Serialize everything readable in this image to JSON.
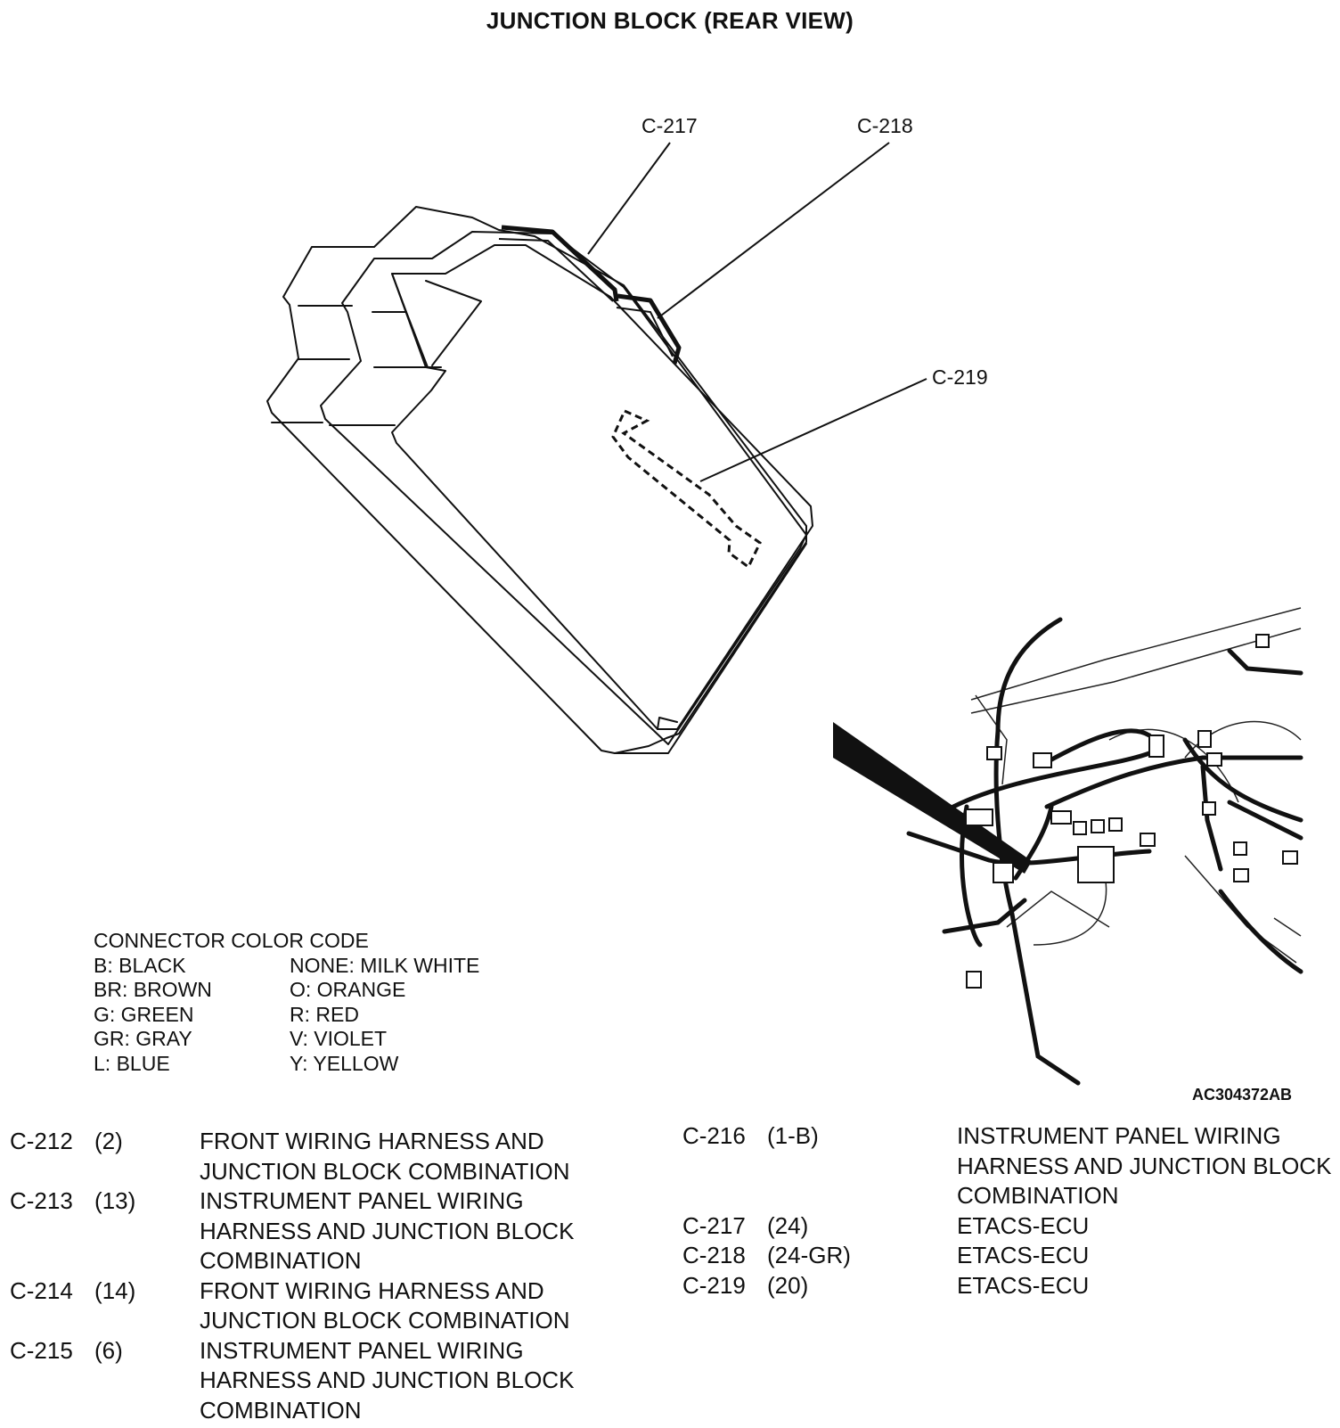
{
  "title": "JUNCTION BLOCK (REAR VIEW)",
  "callouts": {
    "c217": "C-217",
    "c218": "C-218",
    "c219": "C-219"
  },
  "figure_id": "AC304372AB",
  "color_code": {
    "heading": "CONNECTOR COLOR CODE",
    "rows": [
      {
        "left": "B: BLACK",
        "right": "NONE: MILK WHITE"
      },
      {
        "left": "BR: BROWN",
        "right": "O: ORANGE"
      },
      {
        "left": "G: GREEN",
        "right": "R: RED"
      },
      {
        "left": "GR: GRAY",
        "right": "V: VIOLET"
      },
      {
        "left": "L: BLUE",
        "right": "Y: YELLOW"
      }
    ]
  },
  "connectors_left": [
    {
      "id": "C-212",
      "pins": "(2)",
      "desc": "FRONT WIRING HARNESS AND\nJUNCTION BLOCK COMBINATION"
    },
    {
      "id": "C-213",
      "pins": "(13)",
      "desc": "INSTRUMENT PANEL WIRING\nHARNESS AND JUNCTION BLOCK\nCOMBINATION"
    },
    {
      "id": "C-214",
      "pins": "(14)",
      "desc": "FRONT WIRING HARNESS AND\nJUNCTION BLOCK COMBINATION"
    },
    {
      "id": "C-215",
      "pins": "(6)",
      "desc": "INSTRUMENT PANEL WIRING\nHARNESS AND JUNCTION BLOCK\nCOMBINATION"
    }
  ],
  "connectors_right": [
    {
      "id": "C-216",
      "pins": "(1-B)",
      "desc": "INSTRUMENT PANEL WIRING\nHARNESS AND JUNCTION BLOCK\nCOMBINATION"
    },
    {
      "id": "C-217",
      "pins": "(24)",
      "desc": "ETACS-ECU"
    },
    {
      "id": "C-218",
      "pins": "(24-GR)",
      "desc": "ETACS-ECU"
    },
    {
      "id": "C-219",
      "pins": "(20)",
      "desc": "ETACS-ECU"
    }
  ]
}
